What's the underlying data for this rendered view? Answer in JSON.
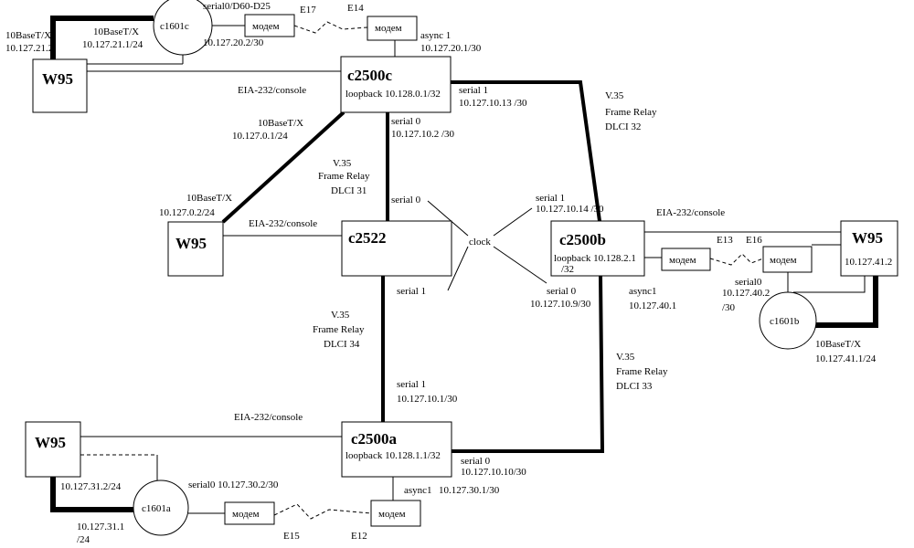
{
  "nodes": {
    "c2500c": {
      "name": "c2500c",
      "loopback": "loopback 10.128.0.1/32"
    },
    "c2500b": {
      "name": "c2500b",
      "loopback_1": "loopback 10.128.2.1",
      "loopback_2": "/32"
    },
    "c2500a": {
      "name": "c2500a",
      "loopback": "loopback 10.128.1.1/32"
    },
    "c2522": {
      "name": "c2522"
    },
    "w95_top": {
      "name": "W95"
    },
    "w95_mid": {
      "name": "W95"
    },
    "w95_right": {
      "name": "W95",
      "ip": "10.127.41.2"
    },
    "w95_bottom": {
      "name": "W95"
    },
    "c1601c": {
      "name": "c1601c"
    },
    "c1601b": {
      "name": "c1601b"
    },
    "c1601a": {
      "name": "c1601a"
    },
    "modem": "модем"
  },
  "labels": {
    "tl_10base": "10BaseT/X",
    "tl_ip": "10.127.21.2",
    "c1601c_10base": "10BaseT/X",
    "c1601c_ip": "10.127.21.1/24",
    "c1601c_serial": "serial0/D60-D25",
    "c1601c_serial_ip": "10.127.20.2/30",
    "e17": "E17",
    "e14": "E14",
    "c2500c_async": "async 1",
    "c2500c_async_ip": "10.127.20.1/30",
    "eia_top": "EIA-232/console",
    "c2500c_serial1": "serial 1",
    "c2500c_serial1_ip": "10.127.10.13 /30",
    "c2500c_eth": "10BaseT/X",
    "c2500c_eth_ip": "10.127.0.1/24",
    "c2500c_serial0": "serial 0",
    "c2500c_serial0_ip": "10.127.10.2 /30",
    "fr_cb_1": "V.35",
    "fr_cb_2": "Frame Relay",
    "fr_cb_3": "DLCI 32",
    "fr_c_1": "V.35",
    "fr_c_2": "Frame Relay",
    "fr_c_3": "DLCI 31",
    "w95mid_10base": "10BaseT/X",
    "w95mid_ip": "10.127.0.2/24",
    "eia_mid": "EIA-232/console",
    "c2522_serial0": "serial 0",
    "c2522_serial1": "serial 1",
    "clock": "clock",
    "b_serial1": "serial 1",
    "b_serial1_ip": "10.127.10.14 /30",
    "eia_right": "EIA-232/console",
    "e13": "E13",
    "e16": "E16",
    "b_serial0": "serial 0",
    "b_serial0_ip": "10.127.10.9/30",
    "b_async": "async1",
    "b_async_ip": "10.127.40.1",
    "c1601b_serial": "serial0",
    "c1601b_serial_ip": "10.127.40.2",
    "c1601b_serial_mask": "/30",
    "c1601b_10base": "10BaseT/X",
    "c1601b_ip": "10.127.41.1/24",
    "fr_a_1": "V.35",
    "fr_a_2": "Frame Relay",
    "fr_a_3": "DLCI 34",
    "a_serial1": "serial 1",
    "a_serial1_ip": "10.127.10.1/30",
    "fr_ab_1": "V.35",
    "fr_ab_2": "Frame Relay",
    "fr_ab_3": "DLCI 33",
    "eia_bottom": "EIA-232/console",
    "a_serial0": "serial 0",
    "a_serial0_ip": "10.127.10.10/30",
    "a_async": "async1",
    "a_async_ip": "10.127.30.1/30",
    "w95bot_ip": "10.127.31.2/24",
    "c1601a_serial": "serial0 10.127.30.2/30",
    "c1601a_ip_1": "10.127.31.1",
    "c1601a_ip_2": "/24",
    "e15": "E15",
    "e12": "E12"
  }
}
